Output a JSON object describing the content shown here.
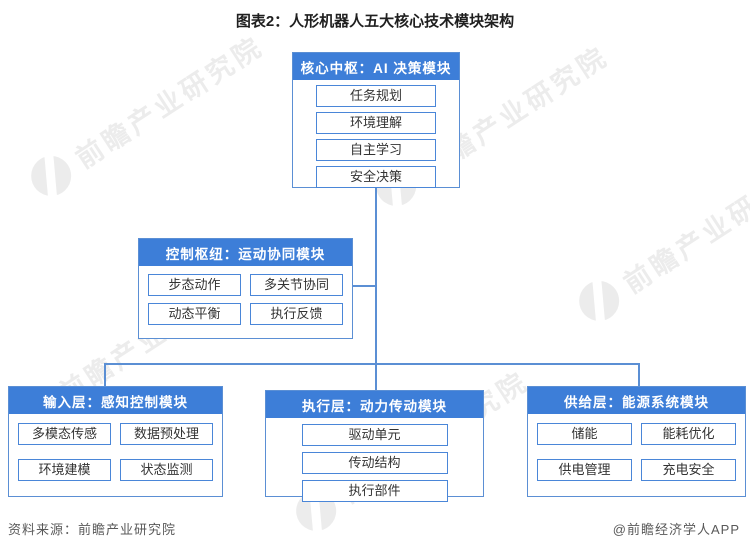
{
  "title": "图表2：人形机器人五大核心技术模块架构",
  "diagram": {
    "core": {
      "header": "核心中枢：AI 决策模块",
      "items": [
        "任务规划",
        "环境理解",
        "自主学习",
        "安全决策"
      ]
    },
    "control": {
      "header": "控制枢纽：运动协同模块",
      "items": [
        "步态动作",
        "多关节协同",
        "动态平衡",
        "执行反馈"
      ]
    },
    "input": {
      "header": "输入层：感知控制模块",
      "items": [
        "多模态传感",
        "数据预处理",
        "环境建模",
        "状态监测"
      ]
    },
    "execution": {
      "header": "执行层：动力传动模块",
      "items": [
        "驱动单元",
        "传动结构",
        "执行部件"
      ]
    },
    "supply": {
      "header": "供给层：能源系统模块",
      "items": [
        "储能",
        "能耗优化",
        "供电管理",
        "充电安全"
      ]
    }
  },
  "watermark": {
    "text": "前瞻产业研究院"
  },
  "footer": {
    "source": "资料来源：前瞻产业研究院",
    "credit": "@前瞻经济学人APP"
  },
  "colors": {
    "header_bg": "#3d7ed8",
    "box_border": "#5b8fd4",
    "item_border": "#4a86d8",
    "item_text": "#333333",
    "footer_text": "#595959",
    "watermark": "#ececec"
  }
}
